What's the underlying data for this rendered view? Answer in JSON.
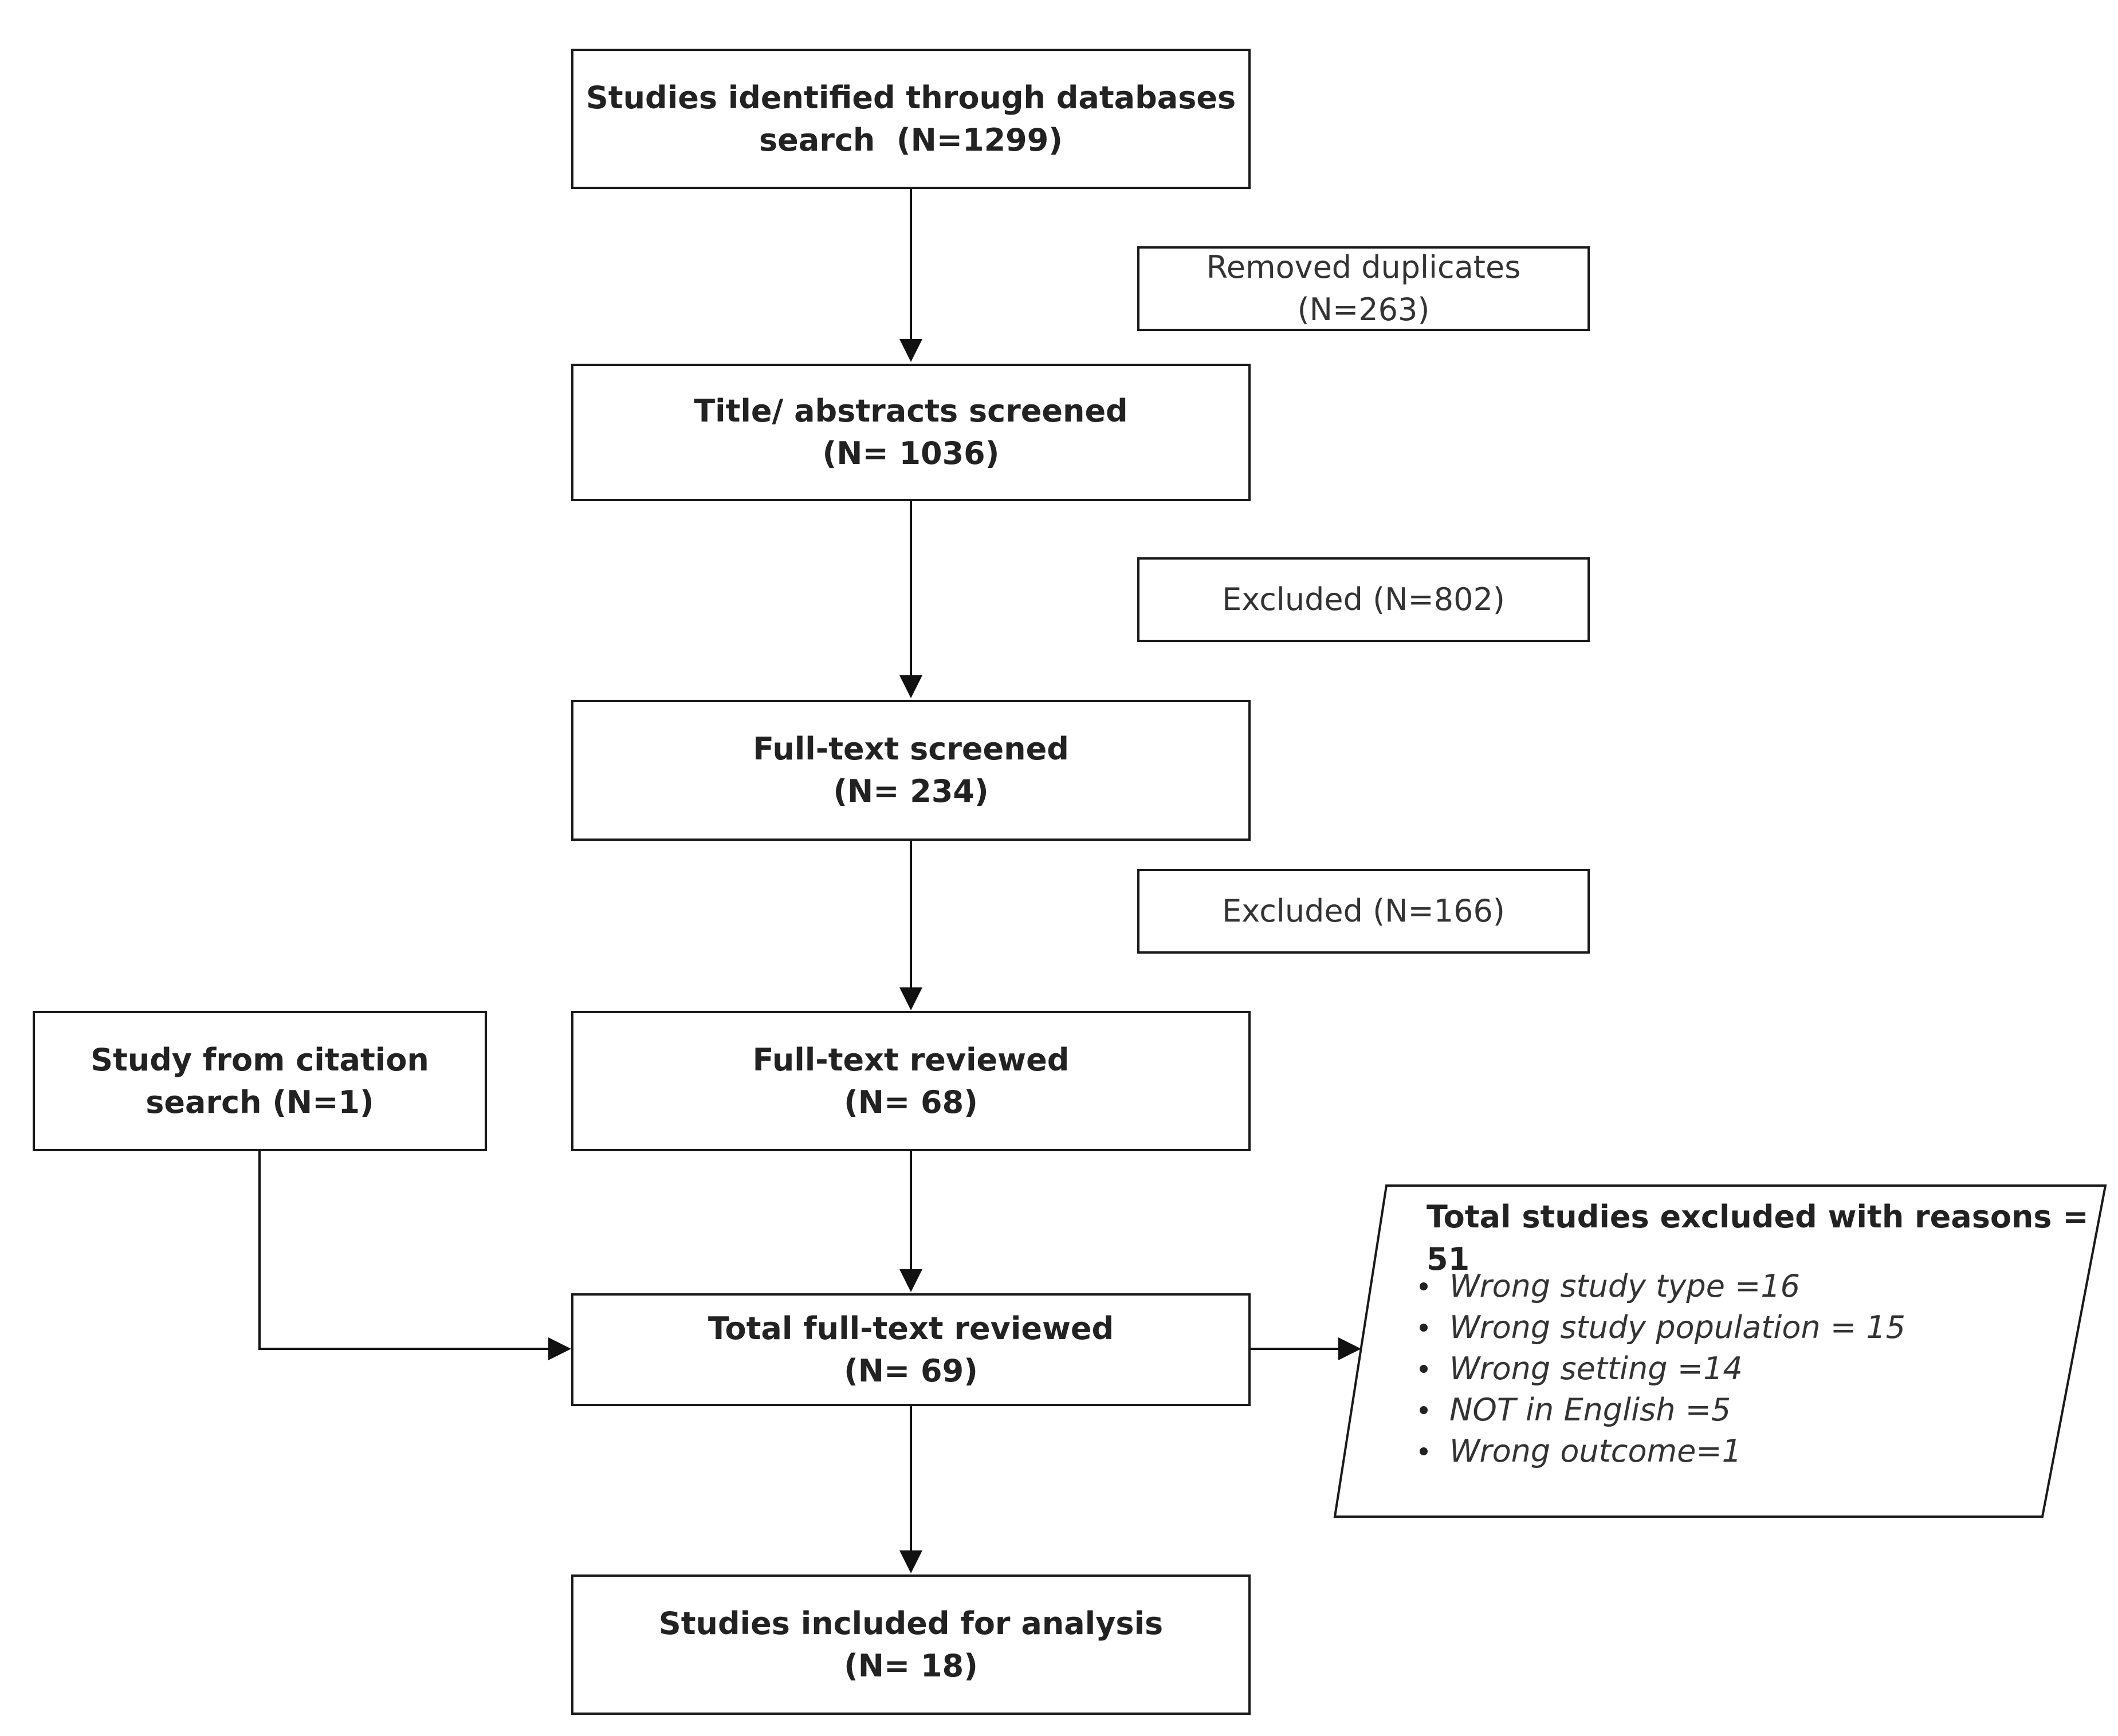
{
  "nodes": {
    "identified": {
      "line1": "Studies identified through databases",
      "line2": "search  (N=1299)"
    },
    "duplicates": {
      "line1": "Removed duplicates",
      "line2": "(N=263)"
    },
    "screened": {
      "line1": "Title/ abstracts screened",
      "line2": "(N= 1036)"
    },
    "excluded1": {
      "line1": "Excluded (N=802)"
    },
    "fulltext_screened": {
      "line1": "Full-text screened",
      "line2": "(N= 234)"
    },
    "excluded2": {
      "line1": "Excluded (N=166)"
    },
    "citation": {
      "line1": "Study from citation",
      "line2": "search (N=1)"
    },
    "fulltext_reviewed": {
      "line1": "Full-text reviewed",
      "line2": "(N= 68)"
    },
    "total_reviewed": {
      "line1": "Total full-text reviewed",
      "line2": "(N= 69)"
    },
    "included": {
      "line1": "Studies included for analysis",
      "line2": "(N= 18)"
    }
  },
  "exclusions": {
    "title": "Total studies excluded with reasons = 51",
    "reasons": [
      "Wrong study type =16",
      "Wrong study population = 15",
      "Wrong setting =14",
      "NOT in English =5",
      "Wrong outcome=1"
    ]
  }
}
